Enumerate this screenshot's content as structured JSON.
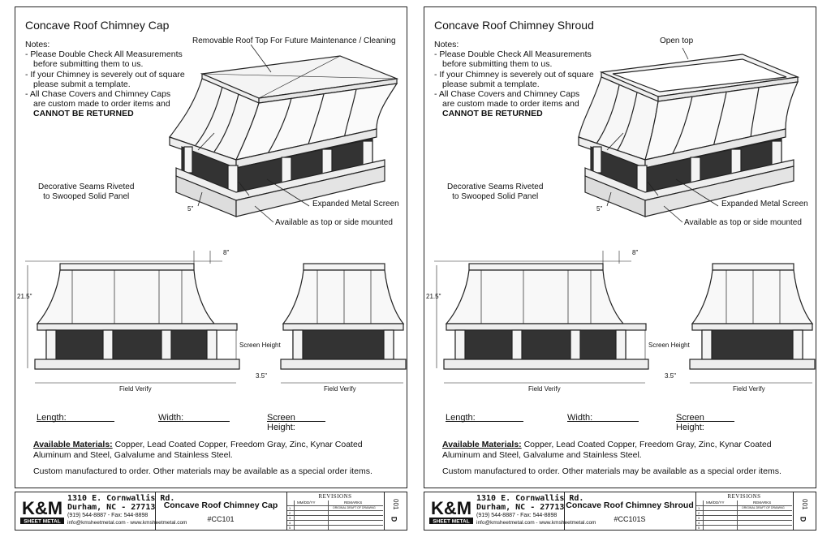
{
  "sheets": [
    {
      "title": "Concave Roof Chimney Cap",
      "notes_heading": "Notes:",
      "notes": [
        "- Please Double Check All Measurements",
        "  before submitting them to us.",
        "- If your Chimney is severely out of square",
        "  please submit a template.",
        "- All Chase Covers and Chimney Caps",
        "  are custom made to order items and"
      ],
      "notes_bold": "CANNOT BE RETURNED",
      "top_label": "Removable Roof Top For Future Maintenance / Cleaning",
      "seams_label_1": "Decorative Seams Riveted",
      "seams_label_2": "to Swooped Solid Panel",
      "screen_label": "Expanded Metal Screen",
      "mount_label": "Available as top or side mounted",
      "dim_5": "5\"",
      "dim_8": "8\"",
      "dim_215": "21.5\"",
      "dim_35": "3.5\"",
      "screen_height": "Screen Height",
      "field_verify_1": "Field Verify",
      "field_verify_2": "Field Verify",
      "length_label": "Length:",
      "width_label": "Width:",
      "screen_height_label": "Screen Height:",
      "materials_heading": "Available Materials:",
      "materials_text": " Copper, Lead Coated Copper, Freedom Gray, Zinc, Kynar Coated Aluminum and Steel, Galvalume and Stainless Steel.",
      "custom_text": "Custom manufactured to order. Other materials may be available as a special order items.",
      "tb_name": "Concave Roof Chimney Cap",
      "tb_part": "#CC101"
    },
    {
      "title": "Concave Roof Chimney Shroud",
      "notes_heading": "Notes:",
      "notes": [
        "- Please Double Check All Measurements",
        "  before submitting them to us.",
        "- If your Chimney is severely out of square",
        "  please submit a template.",
        "- All Chase Covers and Chimney Caps",
        "  are custom made to order items and"
      ],
      "notes_bold": "CANNOT BE RETURNED",
      "top_label": "Open top",
      "seams_label_1": "Decorative Seams Riveted",
      "seams_label_2": "to Swooped Solid Panel",
      "screen_label": "Expanded Metal Screen",
      "mount_label": "Available as top or side mounted",
      "dim_5": "5\"",
      "dim_8": "8\"",
      "dim_215": "21.5\"",
      "dim_35": "3.5\"",
      "screen_height": "Screen Height",
      "field_verify_1": "Field Verify",
      "field_verify_2": "Field Verify",
      "length_label": "Length:",
      "width_label": "Width:",
      "screen_height_label": "Screen Height:",
      "materials_heading": "Available Materials:",
      "materials_text": " Copper, Lead Coated Copper, Freedom Gray, Zinc, Kynar Coated Aluminum and Steel, Galvalume and Stainless Steel.",
      "custom_text": "Custom manufactured to order. Other materials may be available as a special order items.",
      "tb_name": "Concave Roof Chimney Shroud",
      "tb_part": "#CC101S"
    }
  ],
  "company": {
    "logo_text": "K&M",
    "logo_sub": "SHEET METAL",
    "street": "1310 E. Cornwallis Rd.",
    "city": "Durham, NC - 27713",
    "phone": "(919) 544-8887 - Fax: 544-8898",
    "web": "info@kmsheetmetal.com - www.kmsheetmetal.com"
  },
  "revisions": {
    "heading": "REVISIONS",
    "col_date": "MM/DD/YY",
    "col_remarks": "REMARKS",
    "row1_remark": "ORIGINAL DRAFT OF DRAWING",
    "rows": [
      "1",
      "2",
      "3",
      "4",
      "5"
    ]
  },
  "sheet_rev": "001",
  "sheet_letter": "D",
  "colors": {
    "line": "#222222",
    "screen": "#333333",
    "panel": "#f2f2f2"
  }
}
